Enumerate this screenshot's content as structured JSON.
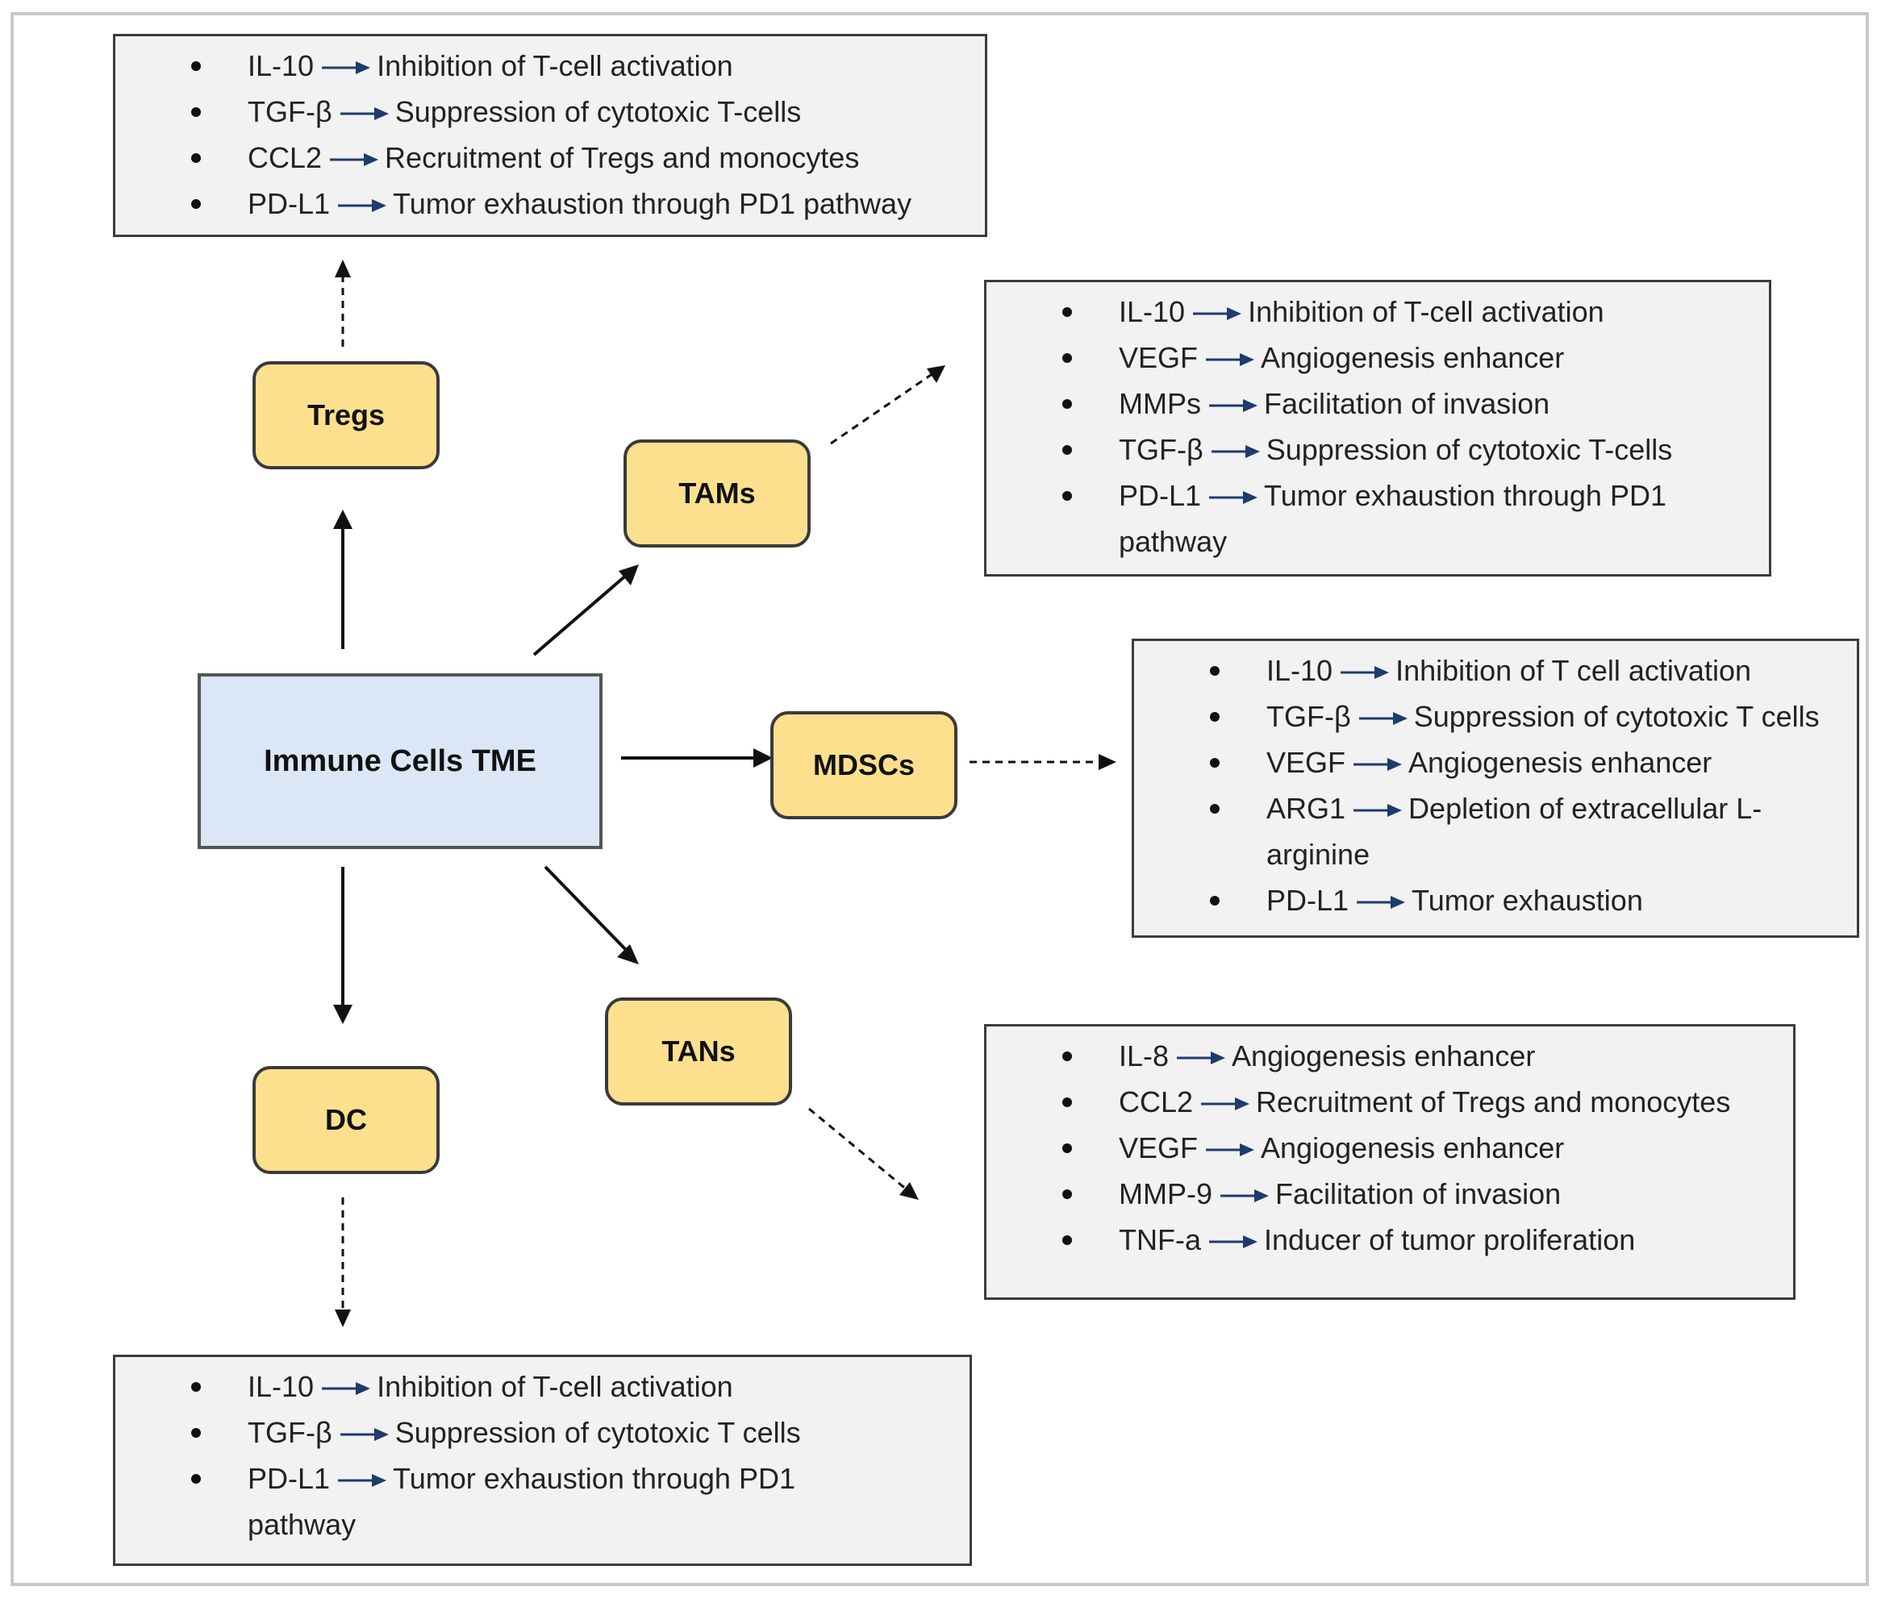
{
  "center": {
    "label": "Immune Cells TME"
  },
  "cells": {
    "tregs": "Tregs",
    "tams": "TAMs",
    "mdscs": "MDSCs",
    "tans": "TANs",
    "dc": "DC"
  },
  "colors": {
    "cell_fill": "#fde08e",
    "center_fill": "#dbe7f6",
    "box_fill": "#f2f2f2",
    "inline_arrow": "#1f3b6e"
  },
  "boxes": {
    "tregs": [
      {
        "factor": "IL-10",
        "effect": "Inhibition of T-cell activation"
      },
      {
        "factor": "TGF-β",
        "effect": "Suppression of cytotoxic T-cells"
      },
      {
        "factor": "CCL2",
        "effect": "Recruitment of Tregs and monocytes"
      },
      {
        "factor": "PD-L1",
        "effect": "Tumor exhaustion through PD1 pathway"
      }
    ],
    "tams": [
      {
        "factor": "IL-10",
        "effect": "Inhibition of T-cell activation"
      },
      {
        "factor": "VEGF",
        "effect": "Angiogenesis enhancer"
      },
      {
        "factor": "MMPs",
        "effect": "Facilitation of invasion"
      },
      {
        "factor": "TGF-β",
        "effect": "Suppression of cytotoxic T-cells"
      },
      {
        "factor": "PD-L1",
        "effect": "Tumor exhaustion through PD1",
        "cont": "pathway"
      }
    ],
    "mdscs": [
      {
        "factor": "IL-10",
        "effect": "Inhibition of T cell activation"
      },
      {
        "factor": "TGF-β",
        "effect": "Suppression of cytotoxic T cells"
      },
      {
        "factor": "VEGF",
        "effect": "Angiogenesis enhancer"
      },
      {
        "factor": "ARG1",
        "effect": "Depletion of extracellular L-",
        "cont": "arginine"
      },
      {
        "factor": "PD-L1",
        "effect": "Tumor exhaustion"
      }
    ],
    "tans": [
      {
        "factor": "IL-8",
        "effect": "Angiogenesis enhancer"
      },
      {
        "factor": "CCL2",
        "effect": "Recruitment of Tregs and monocytes"
      },
      {
        "factor": "VEGF",
        "effect": "Angiogenesis enhancer"
      },
      {
        "factor": "MMP-9",
        "effect": "Facilitation of invasion"
      },
      {
        "factor": "TNF-a",
        "effect": "Inducer of tumor proliferation"
      }
    ],
    "dc": [
      {
        "factor": "IL-10",
        "effect": "Inhibition of T-cell activation"
      },
      {
        "factor": "TGF-β",
        "effect": "Suppression of cytotoxic T cells"
      },
      {
        "factor": "PD-L1",
        "effect": "Tumor exhaustion through PD1",
        "cont": "pathway"
      }
    ]
  }
}
